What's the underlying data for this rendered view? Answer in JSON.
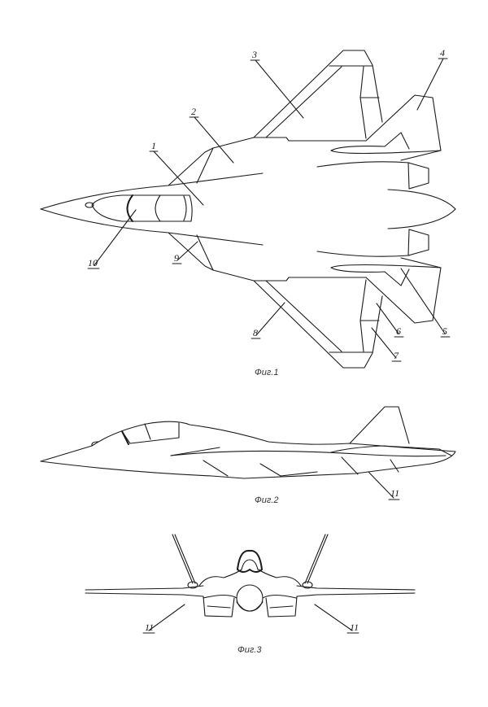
{
  "figures": [
    {
      "caption": "Фиг.1",
      "view": "top"
    },
    {
      "caption": "Фиг.2",
      "view": "side"
    },
    {
      "caption": "Фиг.3",
      "view": "front"
    }
  ],
  "labels": {
    "fig1": [
      "1",
      "2",
      "3",
      "4",
      "5",
      "6",
      "7",
      "8",
      "9",
      "10"
    ],
    "fig2": [
      "11"
    ],
    "fig3": [
      "11",
      "11"
    ]
  },
  "colors": {
    "line": "#1a1a1a",
    "background": "#ffffff"
  }
}
